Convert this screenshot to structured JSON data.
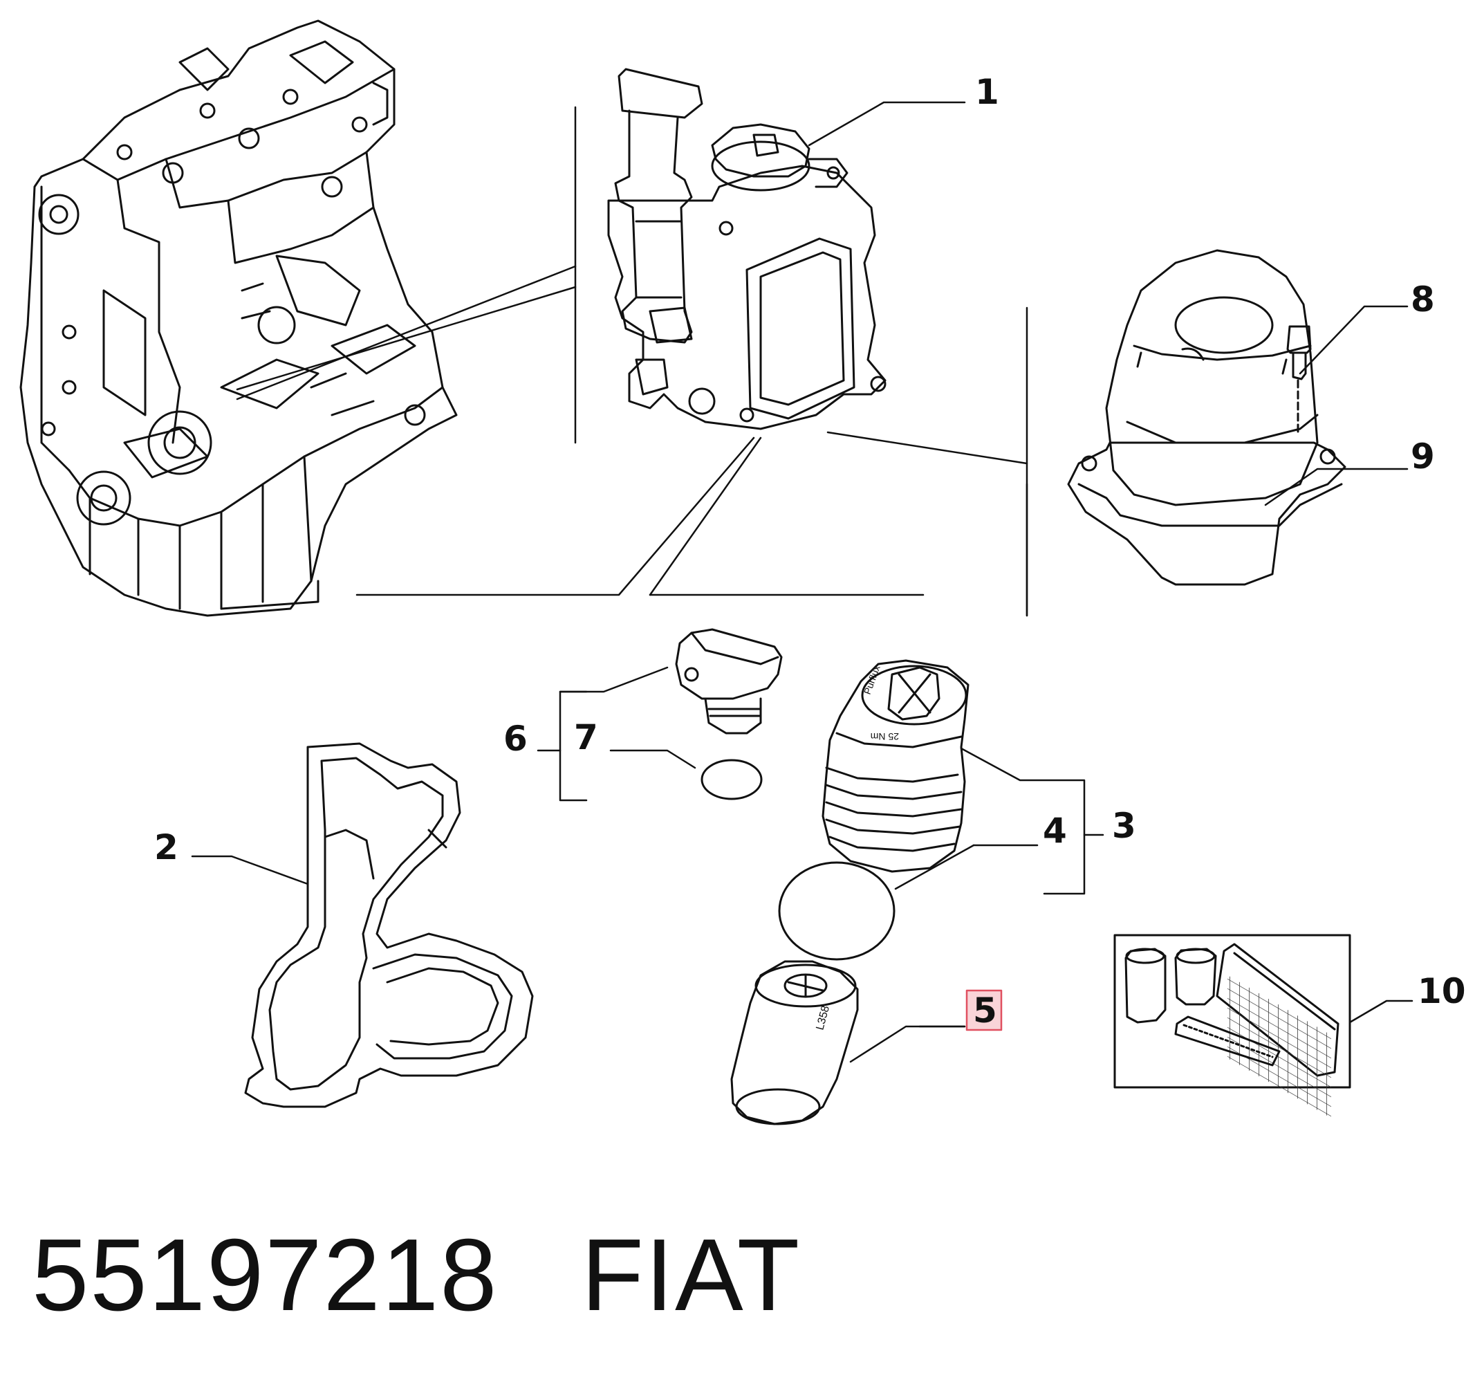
{
  "diagram": {
    "callouts": [
      {
        "id": "1",
        "label": "1"
      },
      {
        "id": "2",
        "label": "2"
      },
      {
        "id": "3",
        "label": "3"
      },
      {
        "id": "4",
        "label": "4"
      },
      {
        "id": "5",
        "label": "5",
        "highlighted": true
      },
      {
        "id": "6",
        "label": "6"
      },
      {
        "id": "7",
        "label": "7"
      },
      {
        "id": "8",
        "label": "8"
      },
      {
        "id": "9",
        "label": "9"
      },
      {
        "id": "10",
        "label": "10"
      }
    ],
    "highlight_color": "#e05060",
    "highlight_fill": "#f9d4d8",
    "filter_markings": {
      "filter3_brand": "Purflux",
      "filter3_torque": "25 Nm",
      "filter5_code": "L358"
    }
  },
  "footer": {
    "part_number": "55197218",
    "brand": "FIAT"
  }
}
